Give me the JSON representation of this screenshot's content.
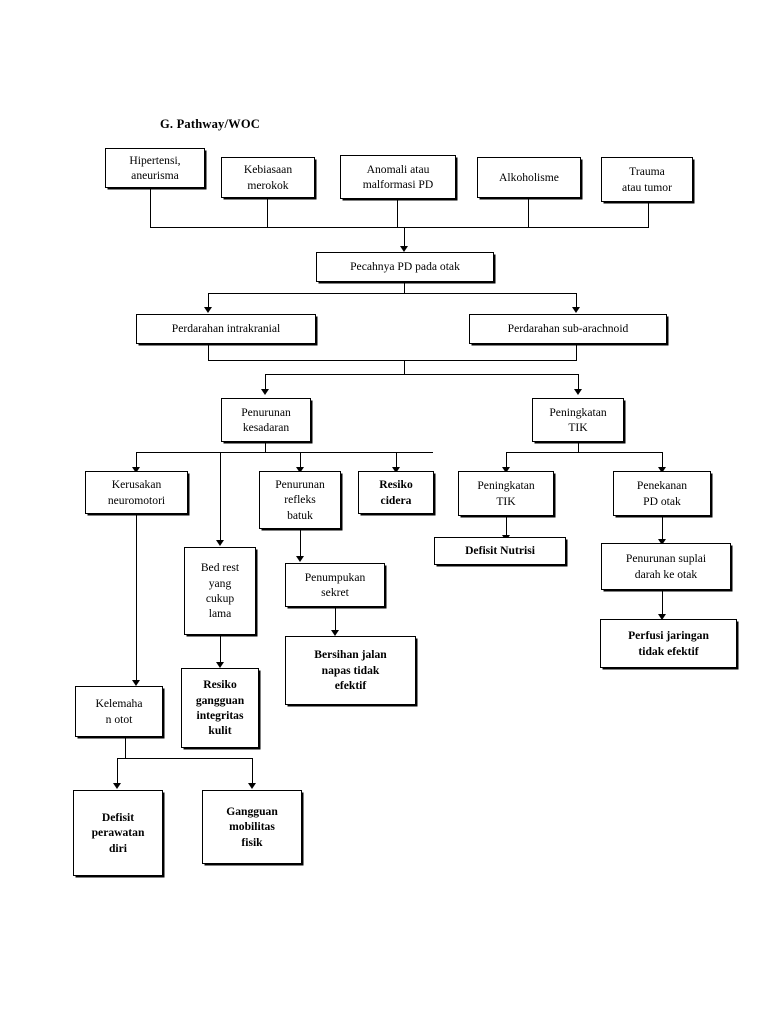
{
  "document": {
    "heading": "G.  Pathway/WOC"
  },
  "flowchart": {
    "type": "flowchart",
    "orientation": "top-down",
    "nodes": [
      {
        "id": "n1",
        "label": "Hipertensi,\naneurisma",
        "bold": false,
        "level": 1
      },
      {
        "id": "n2",
        "label": "Kebiasaan\nmerokok",
        "bold": false,
        "level": 1
      },
      {
        "id": "n3",
        "label": "Anomali atau\nmalformasi PD",
        "bold": false,
        "level": 1
      },
      {
        "id": "n4",
        "label": "Alkoholisme",
        "bold": false,
        "level": 1
      },
      {
        "id": "n5",
        "label": "Trauma\natau tumor",
        "bold": false,
        "level": 1
      },
      {
        "id": "n6",
        "label": "Pecahnya PD pada otak",
        "bold": false,
        "level": 2
      },
      {
        "id": "n7",
        "label": "Perdarahan intrakranial",
        "bold": false,
        "level": 3
      },
      {
        "id": "n8",
        "label": "Perdarahan sub-arachnoid",
        "bold": false,
        "level": 3
      },
      {
        "id": "n9",
        "label": "Penurunan\nkesadaran",
        "bold": false,
        "level": 4
      },
      {
        "id": "n10",
        "label": "Peningkatan\nTIK",
        "bold": false,
        "level": 4
      },
      {
        "id": "n11",
        "label": "Kerusakan\nneuromotori",
        "bold": false,
        "level": 5
      },
      {
        "id": "n12",
        "label": "Penurunan\nrefleks\nbatuk",
        "bold": false,
        "level": 5
      },
      {
        "id": "n13",
        "label": "Resiko\ncidera",
        "bold": true,
        "level": 5
      },
      {
        "id": "n14",
        "label": "Peningkatan\nTIK",
        "bold": false,
        "level": 5
      },
      {
        "id": "n15",
        "label": "Penekanan\nPD otak",
        "bold": false,
        "level": 5
      },
      {
        "id": "n16",
        "label": "Bed rest\nyang\ncukup\nlama",
        "bold": false,
        "level": 6
      },
      {
        "id": "n17",
        "label": "Penumpukan\nsekret",
        "bold": false,
        "level": 6
      },
      {
        "id": "n18",
        "label": "Defisit Nutrisi",
        "bold": true,
        "level": 6
      },
      {
        "id": "n19",
        "label": "Penurunan suplai\ndarah ke otak",
        "bold": false,
        "level": 6
      },
      {
        "id": "n20",
        "label": "Bersihan jalan\nnapas tidak\nefektif",
        "bold": true,
        "level": 7
      },
      {
        "id": "n21",
        "label": "Perfusi jaringan\ntidak efektif",
        "bold": true,
        "level": 7
      },
      {
        "id": "n22",
        "label": "Resiko\ngangguan\nintegritas\nkulit",
        "bold": true,
        "level": 7
      },
      {
        "id": "n23",
        "label": "Kelemaha\nn otot",
        "bold": false,
        "level": 8
      },
      {
        "id": "n24",
        "label": "Defisit\nperawatan\ndiri",
        "bold": true,
        "level": 9
      },
      {
        "id": "n25",
        "label": "Gangguan\nmobilitas\nfisik",
        "bold": true,
        "level": 9
      }
    ],
    "edges": [
      {
        "from": "n1",
        "to": "n6"
      },
      {
        "from": "n2",
        "to": "n6"
      },
      {
        "from": "n3",
        "to": "n6"
      },
      {
        "from": "n4",
        "to": "n6"
      },
      {
        "from": "n5",
        "to": "n6"
      },
      {
        "from": "n6",
        "to": "n7"
      },
      {
        "from": "n6",
        "to": "n8"
      },
      {
        "from": "n7",
        "to": "n9"
      },
      {
        "from": "n7",
        "to": "n10"
      },
      {
        "from": "n8",
        "to": "n9"
      },
      {
        "from": "n8",
        "to": "n10"
      },
      {
        "from": "n9",
        "to": "n11"
      },
      {
        "from": "n9",
        "to": "n16"
      },
      {
        "from": "n9",
        "to": "n12"
      },
      {
        "from": "n9",
        "to": "n13"
      },
      {
        "from": "n10",
        "to": "n14"
      },
      {
        "from": "n10",
        "to": "n15"
      },
      {
        "from": "n11",
        "to": "n23"
      },
      {
        "from": "n12",
        "to": "n17"
      },
      {
        "from": "n14",
        "to": "n18"
      },
      {
        "from": "n15",
        "to": "n19"
      },
      {
        "from": "n16",
        "to": "n22"
      },
      {
        "from": "n17",
        "to": "n20"
      },
      {
        "from": "n19",
        "to": "n21"
      },
      {
        "from": "n23",
        "to": "n24"
      },
      {
        "from": "n23",
        "to": "n25"
      }
    ]
  },
  "style": {
    "line_color": "#000000",
    "box_fill": "#ffffff",
    "page_background": "#ffffff"
  }
}
